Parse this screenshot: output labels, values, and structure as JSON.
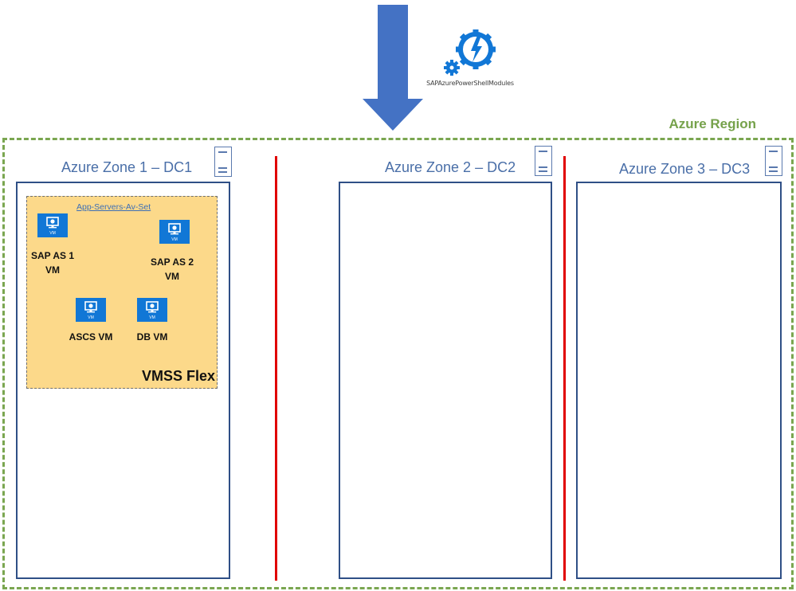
{
  "diagram": {
    "module": {
      "label": "SAPAzurePowerShellModules",
      "icon": "gears-lightning-icon",
      "color": "#1177d6"
    },
    "arrow": {
      "direction": "down",
      "color": "#4472c4"
    },
    "region": {
      "label": "Azure Region",
      "color": "#76a24b"
    },
    "zones": [
      {
        "title": "Azure Zone 1 – DC1",
        "icon": "server-icon"
      },
      {
        "title": "Azure Zone 2 – DC2",
        "icon": "server-icon"
      },
      {
        "title": "Azure Zone 3 – DC3",
        "icon": "server-icon"
      }
    ],
    "zone_divider_color": "#e00000",
    "vmss": {
      "label": "VMSS Flex",
      "availability_set": "App-Servers-Av-Set",
      "vms": [
        {
          "label_line1": "SAP AS 1",
          "label_line2": "VM",
          "icon_text": "VM"
        },
        {
          "label_line1": "SAP AS 2",
          "label_line2": "VM",
          "icon_text": "VM"
        },
        {
          "label_line1": "ASCS VM",
          "label_line2": "",
          "icon_text": "VM"
        },
        {
          "label_line1": "DB VM",
          "label_line2": "",
          "icon_text": "VM"
        }
      ]
    }
  }
}
